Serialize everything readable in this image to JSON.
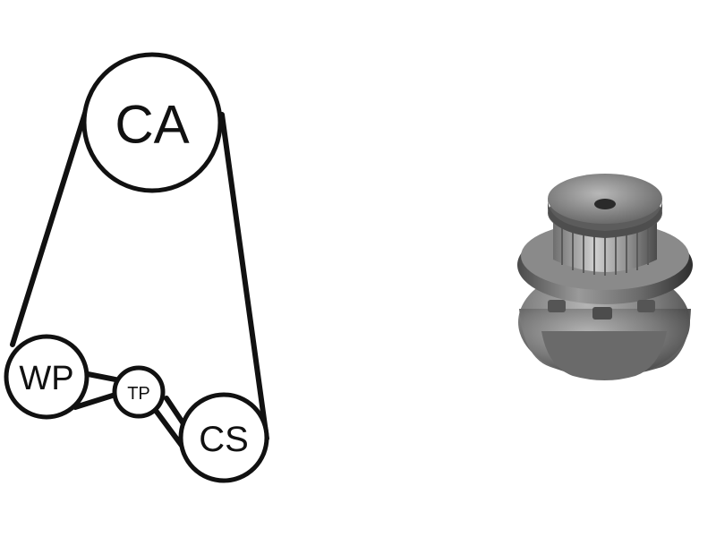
{
  "diagram": {
    "pulleys": [
      {
        "id": "ca",
        "label": "CA"
      },
      {
        "id": "wp",
        "label": "WP"
      },
      {
        "id": "tp",
        "label": "TP"
      },
      {
        "id": "cs",
        "label": "CS"
      }
    ]
  },
  "photo": {
    "subject": "water-pump",
    "colors": {
      "body": "#7a7a7a",
      "highlight": "#b5b5b5",
      "shadow": "#3e3e3e",
      "pulley": "#9c9c9c"
    }
  }
}
